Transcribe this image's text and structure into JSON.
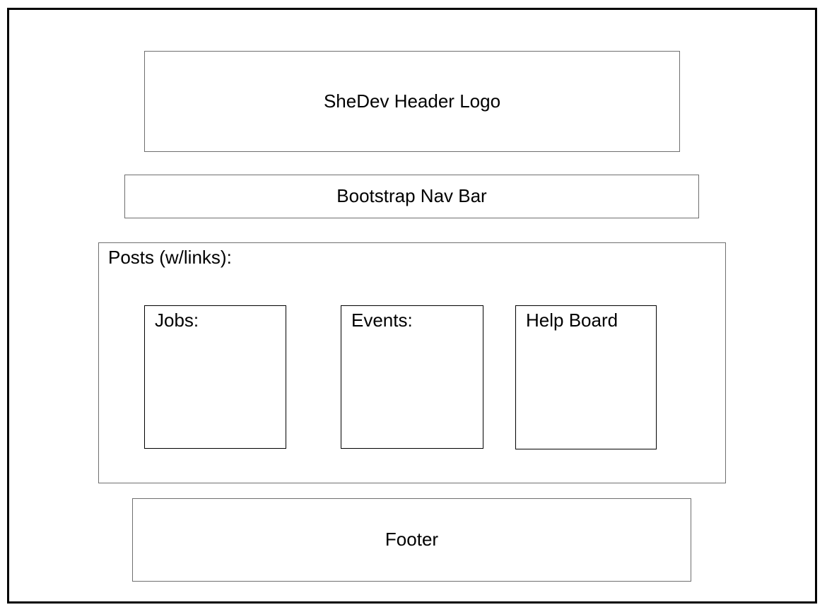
{
  "wireframe": {
    "header": {
      "label": "SheDev Header Logo"
    },
    "navbar": {
      "label": "Bootstrap Nav Bar"
    },
    "posts": {
      "label": "Posts (w/links):",
      "panels": [
        {
          "label": "Jobs:"
        },
        {
          "label": "Events:"
        },
        {
          "label": "Help Board"
        }
      ]
    },
    "footer": {
      "label": "Footer"
    },
    "colors": {
      "outer_border": "#000000",
      "section_border": "#6f6f6f",
      "panel_border": "#000000",
      "text": "#000000",
      "background": "#ffffff"
    }
  }
}
